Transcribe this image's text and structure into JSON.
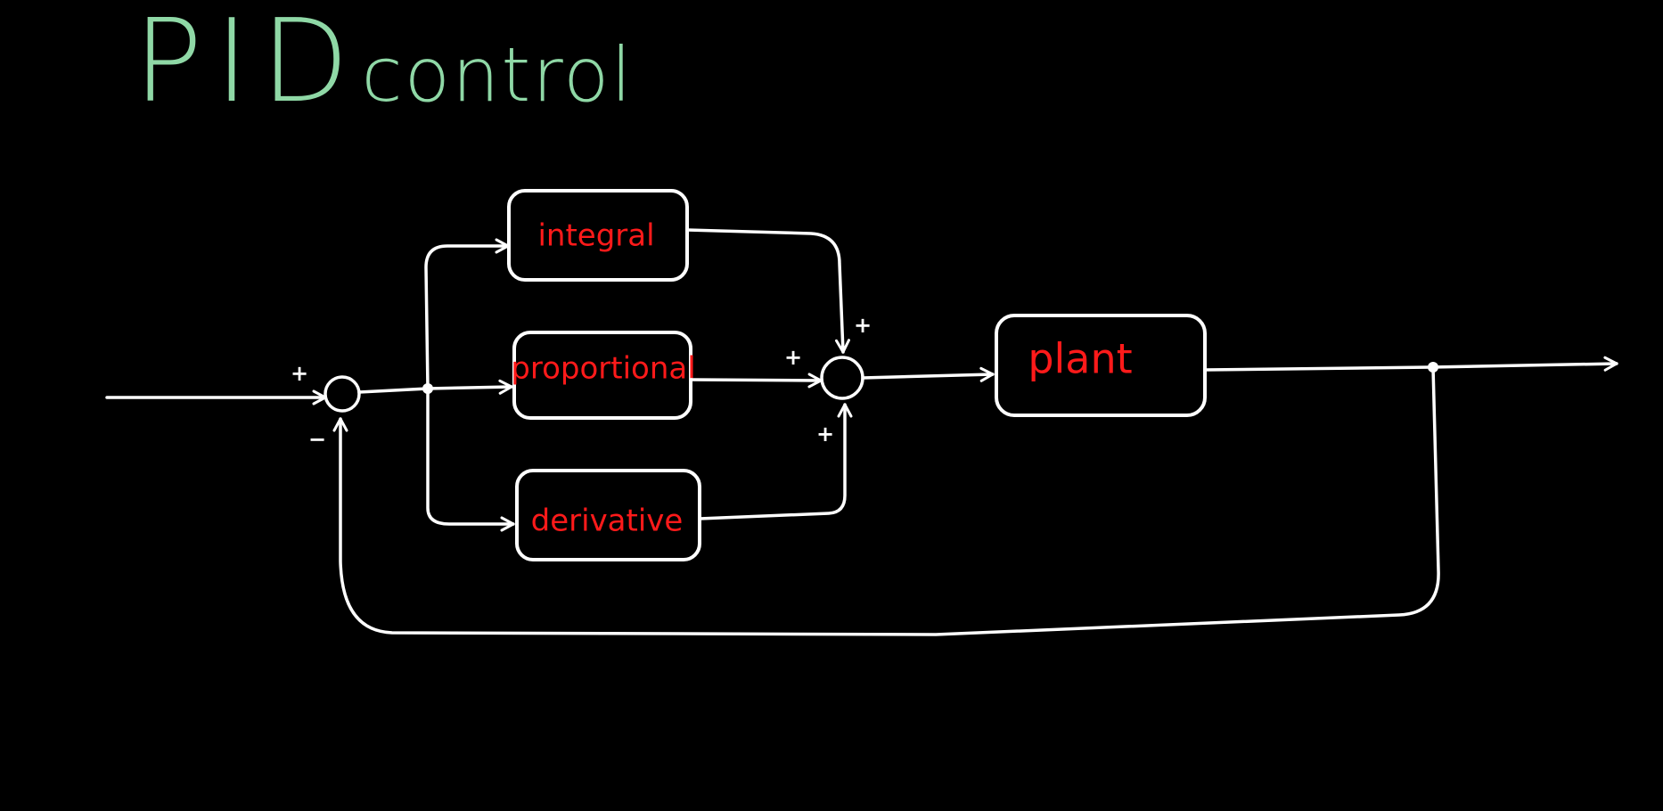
{
  "title": {
    "main": "PID",
    "sub": "control"
  },
  "colors": {
    "background": "#000000",
    "title": "#8fd8a6",
    "block_text": "#ff1a1a",
    "lines": "#ffffff"
  },
  "blocks": {
    "integral": "integral",
    "proportional": "proportional",
    "derivative": "derivative",
    "plant": "plant"
  },
  "signs": {
    "error_sum_plus": "+",
    "error_sum_minus": "−",
    "controller_sum_top": "+",
    "controller_sum_left": "+",
    "controller_sum_bottom": "+"
  }
}
